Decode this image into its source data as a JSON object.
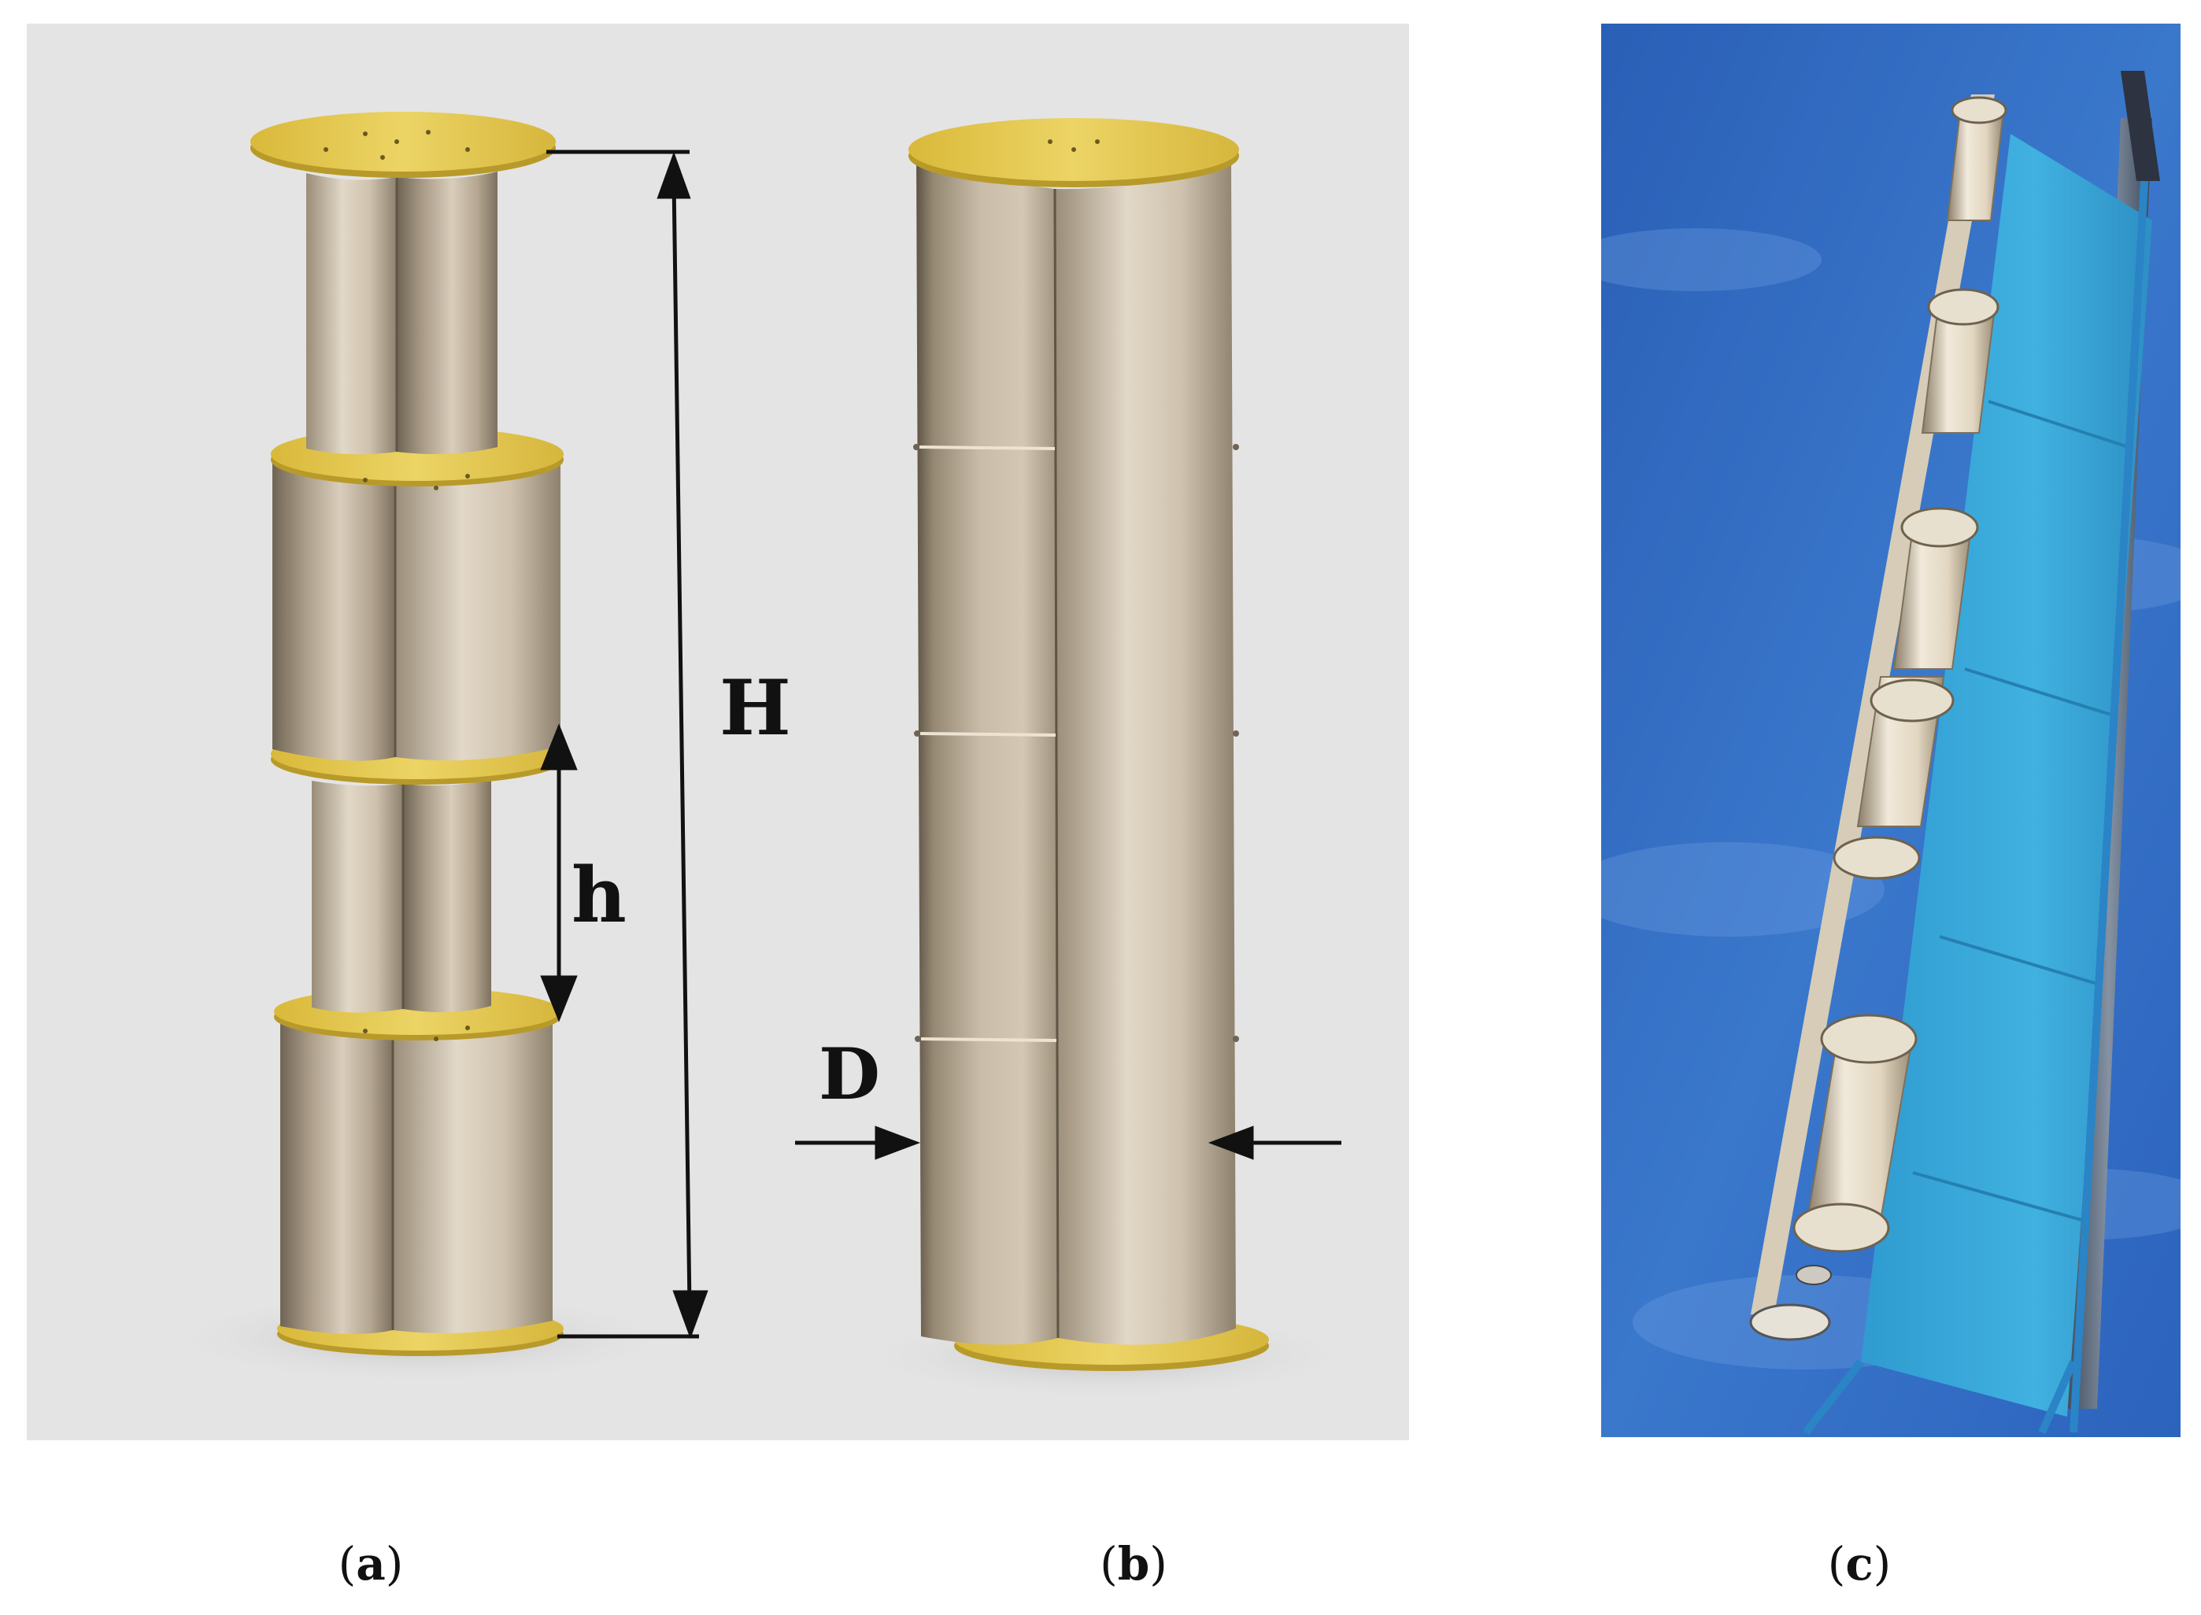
{
  "dimension_labels": {
    "total_height": "H",
    "stage_height": "h",
    "diameter": "D"
  },
  "captions": [
    {
      "open": "(",
      "letter": "a",
      "close": ")"
    },
    {
      "open": "(",
      "letter": "b",
      "close": ")"
    },
    {
      "open": "(",
      "letter": "c",
      "close": ")"
    }
  ],
  "colors": {
    "background": "#e4e4e4",
    "endplate": "#e7c94a",
    "blade": "#bcae9b",
    "blade_shadow": "#7b6f5f",
    "sky": "#2f6fc4",
    "solar_panel": "#3aa6d6",
    "arrow": "#111111"
  }
}
